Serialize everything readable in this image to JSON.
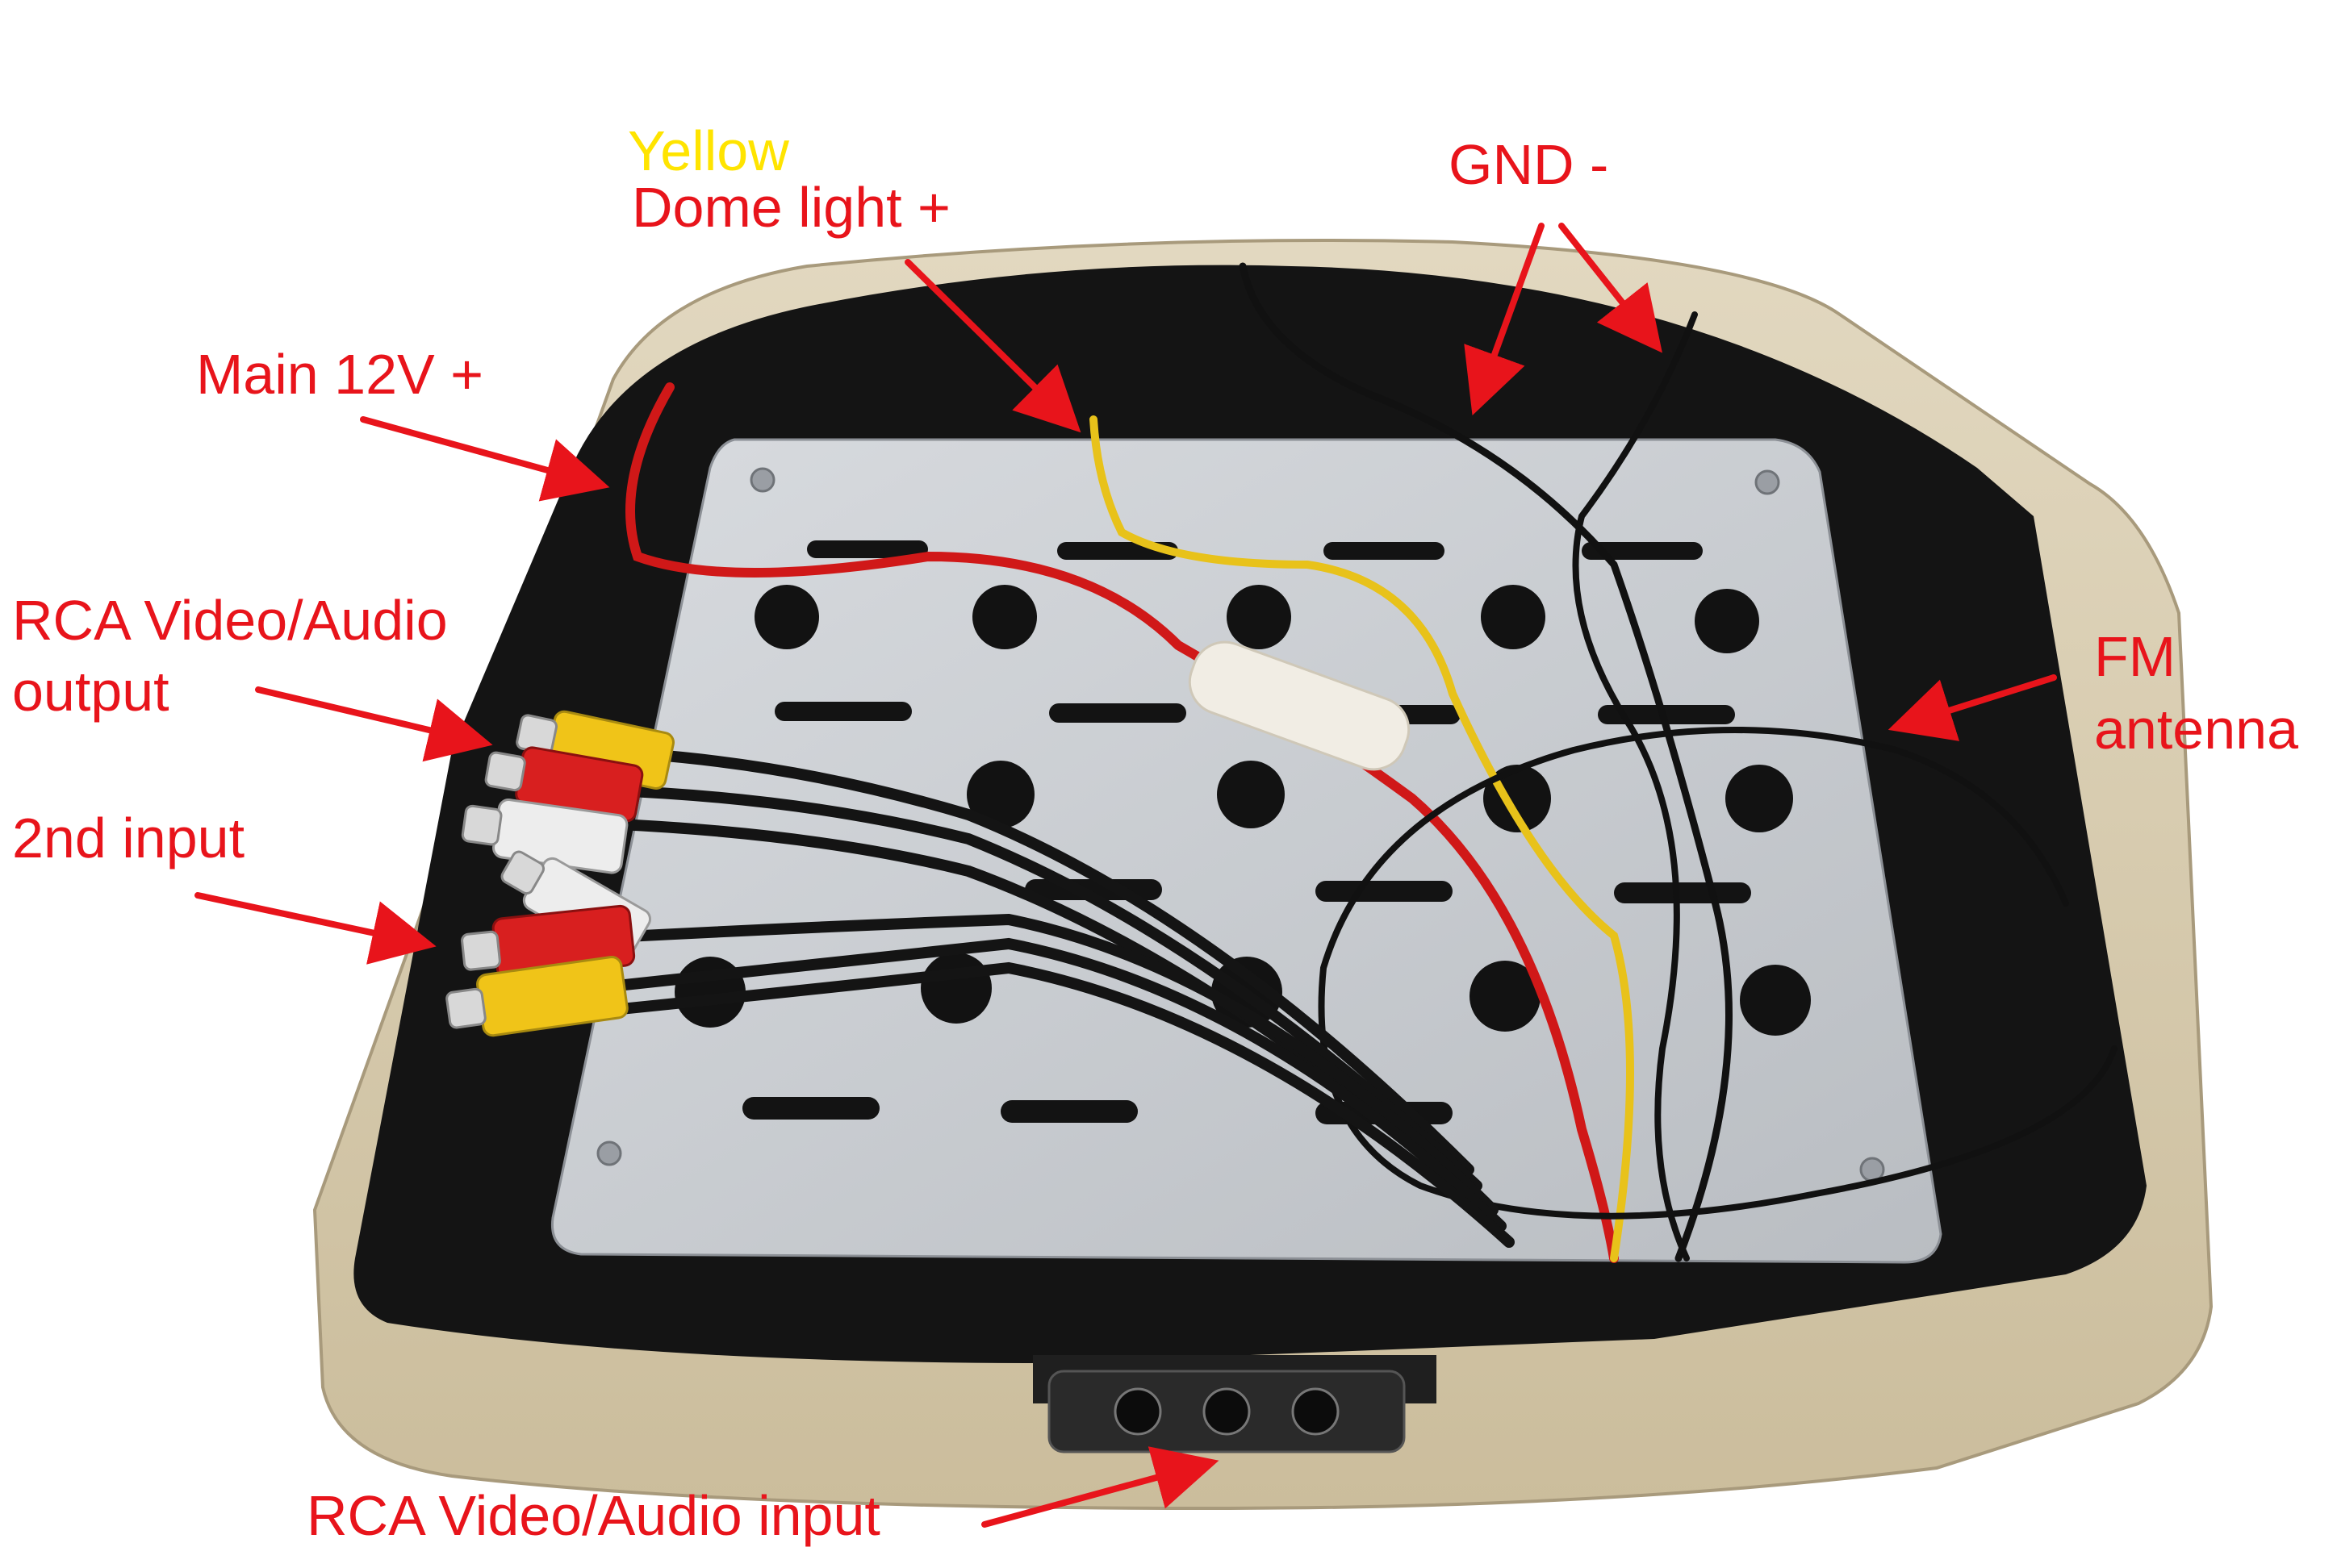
{
  "colors": {
    "label_red": "#e8141b",
    "label_yellow": "#ffe400",
    "housing_beige": "#d9cdb2",
    "panel_black": "#141414",
    "plate_silver": "#c9ccd0",
    "wire_red": "#d01818",
    "wire_yellow": "#e8c21a",
    "wire_black": "#111111"
  },
  "labels": {
    "yellow": "Yellow",
    "dome_light": "Dome light +",
    "gnd": "GND -",
    "main_12v": "Main 12V +",
    "rca_output_line1": "RCA Video/Audio",
    "rca_output_line2": "output",
    "second_input": "2nd input",
    "fm_line1": "FM",
    "fm_line2": "antenna",
    "rca_input": "RCA Video/Audio input"
  },
  "icons": {
    "pointer": "arrow-icon",
    "connector": "rca-plug-icon"
  }
}
